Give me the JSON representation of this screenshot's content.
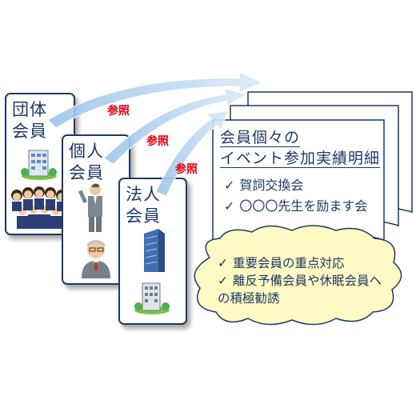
{
  "cards": {
    "group": {
      "title": "団体\n会員"
    },
    "individual": {
      "title": "個人\n会員"
    },
    "corporate": {
      "title": "法人\n会員"
    }
  },
  "reference_label": "参照",
  "document": {
    "title_line1": "会員個々の",
    "title_line2": "イベント参加実績明細",
    "items": [
      "賀詞交換会",
      "〇〇〇先生を励ます会"
    ]
  },
  "cloud": {
    "lines": [
      "重要会員の重点対応",
      "離反予備会員や休眠会員へ",
      "の積極勧誘"
    ]
  },
  "icons": {
    "group_building": "office-building-icon",
    "group_crowd": "crowd-of-people-icon",
    "individual_man": "businessman-icon",
    "individual_elder": "elderly-man-icon",
    "corporate_tower": "skyscraper-icon",
    "corporate_building": "office-building-icon"
  },
  "colors": {
    "card_border": "#1f3864",
    "text": "#1f3864",
    "reference": "#e60012",
    "arrow": "#bcd6f0",
    "cloud_fill": "#fff9c4",
    "cloud_stroke": "#1f3864"
  }
}
